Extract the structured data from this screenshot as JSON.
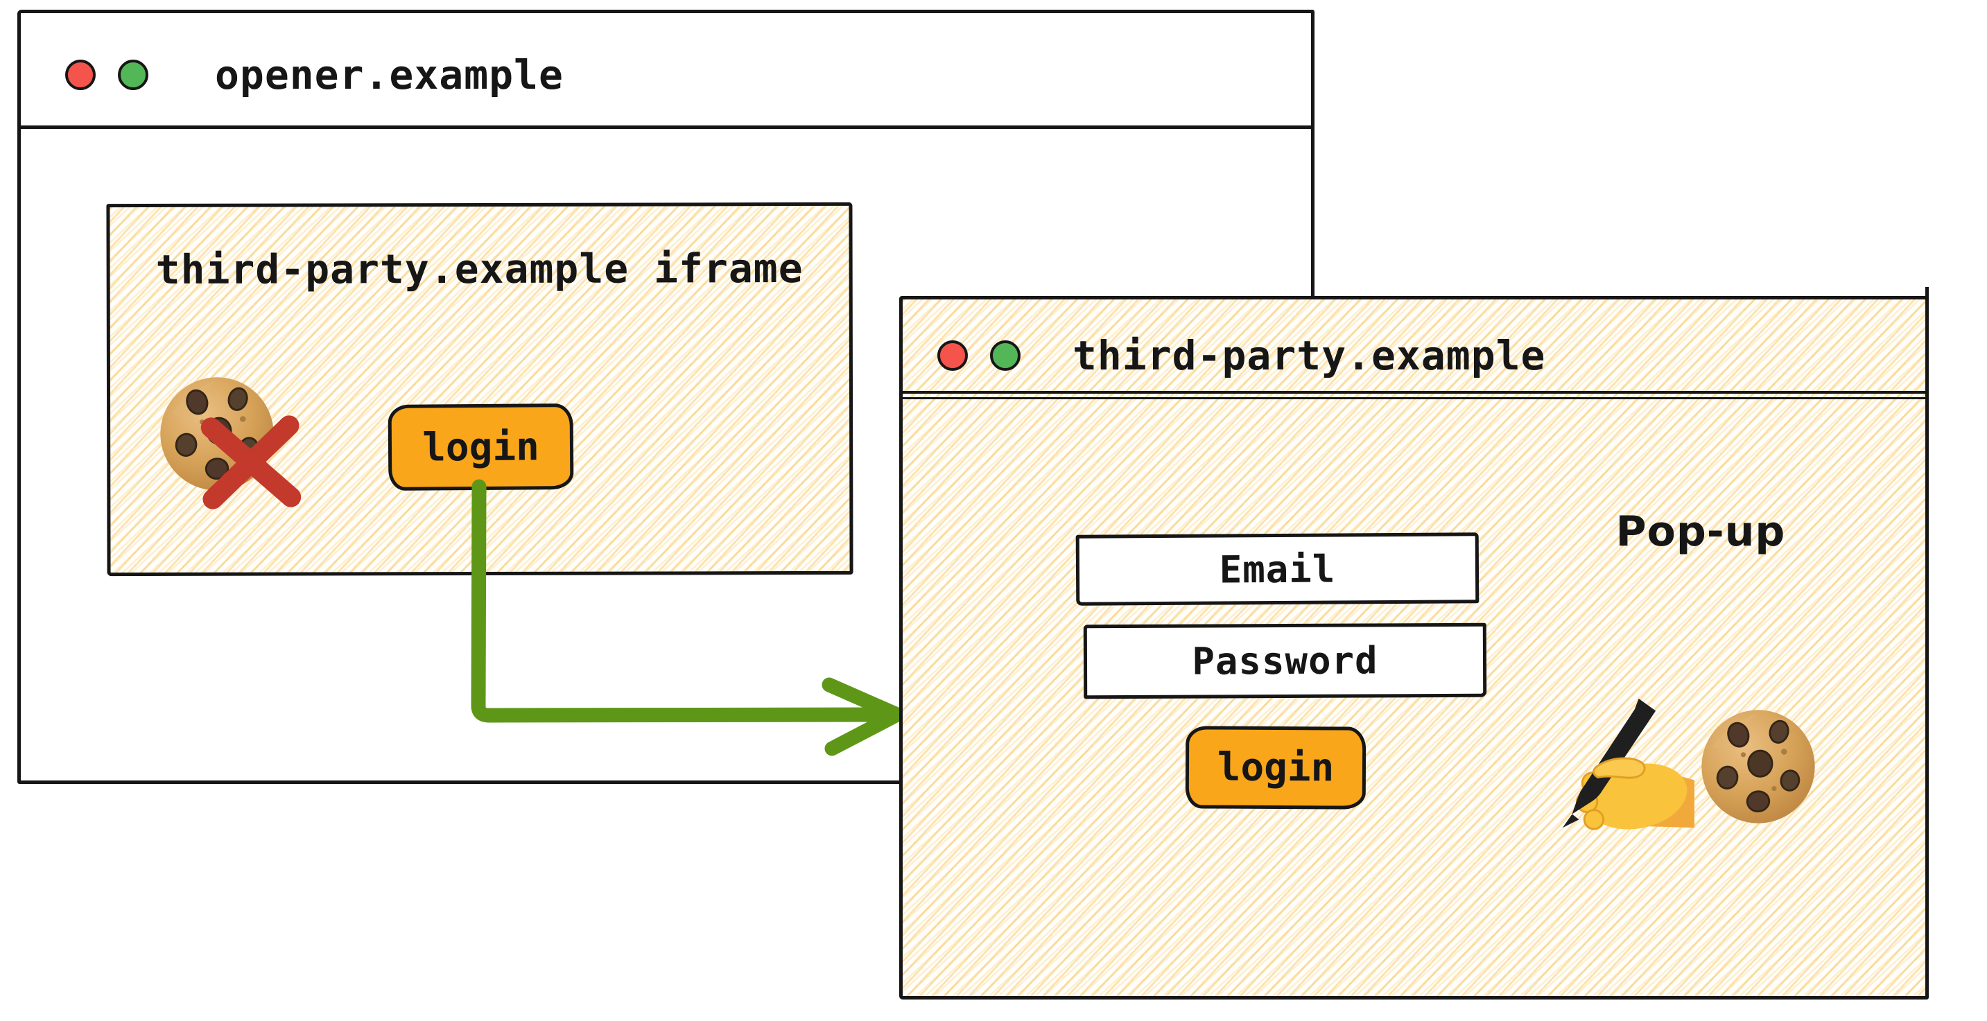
{
  "opener_window": {
    "title": "opener.example",
    "iframe": {
      "label": "third-party.example iframe",
      "login_button_label": "login",
      "blocked_cookie_meaning": "third-party cookie blocked"
    }
  },
  "popup_window": {
    "title": "third-party.example",
    "popup_label": "Pop-up",
    "email_placeholder": "Email",
    "password_placeholder": "Password",
    "login_button_label": "login"
  },
  "icons": {
    "traffic_lights": [
      "red-close",
      "green-open"
    ],
    "cookie": "chocolate-chip-cookie",
    "blocked_x": "red-x-over-cookie",
    "writing_hand": "writing-hand-setting-cookie",
    "flow_arrow": "login-click-opens-popup-arrow"
  },
  "colors": {
    "ink": "#161616",
    "button_orange": "#f9a61a",
    "arrow_green": "#5e9717",
    "blocked_x_red": "#c33a2c",
    "traffic_red": "#f4544c",
    "traffic_green": "#53b757",
    "hatch_line": "#f8d48d"
  }
}
